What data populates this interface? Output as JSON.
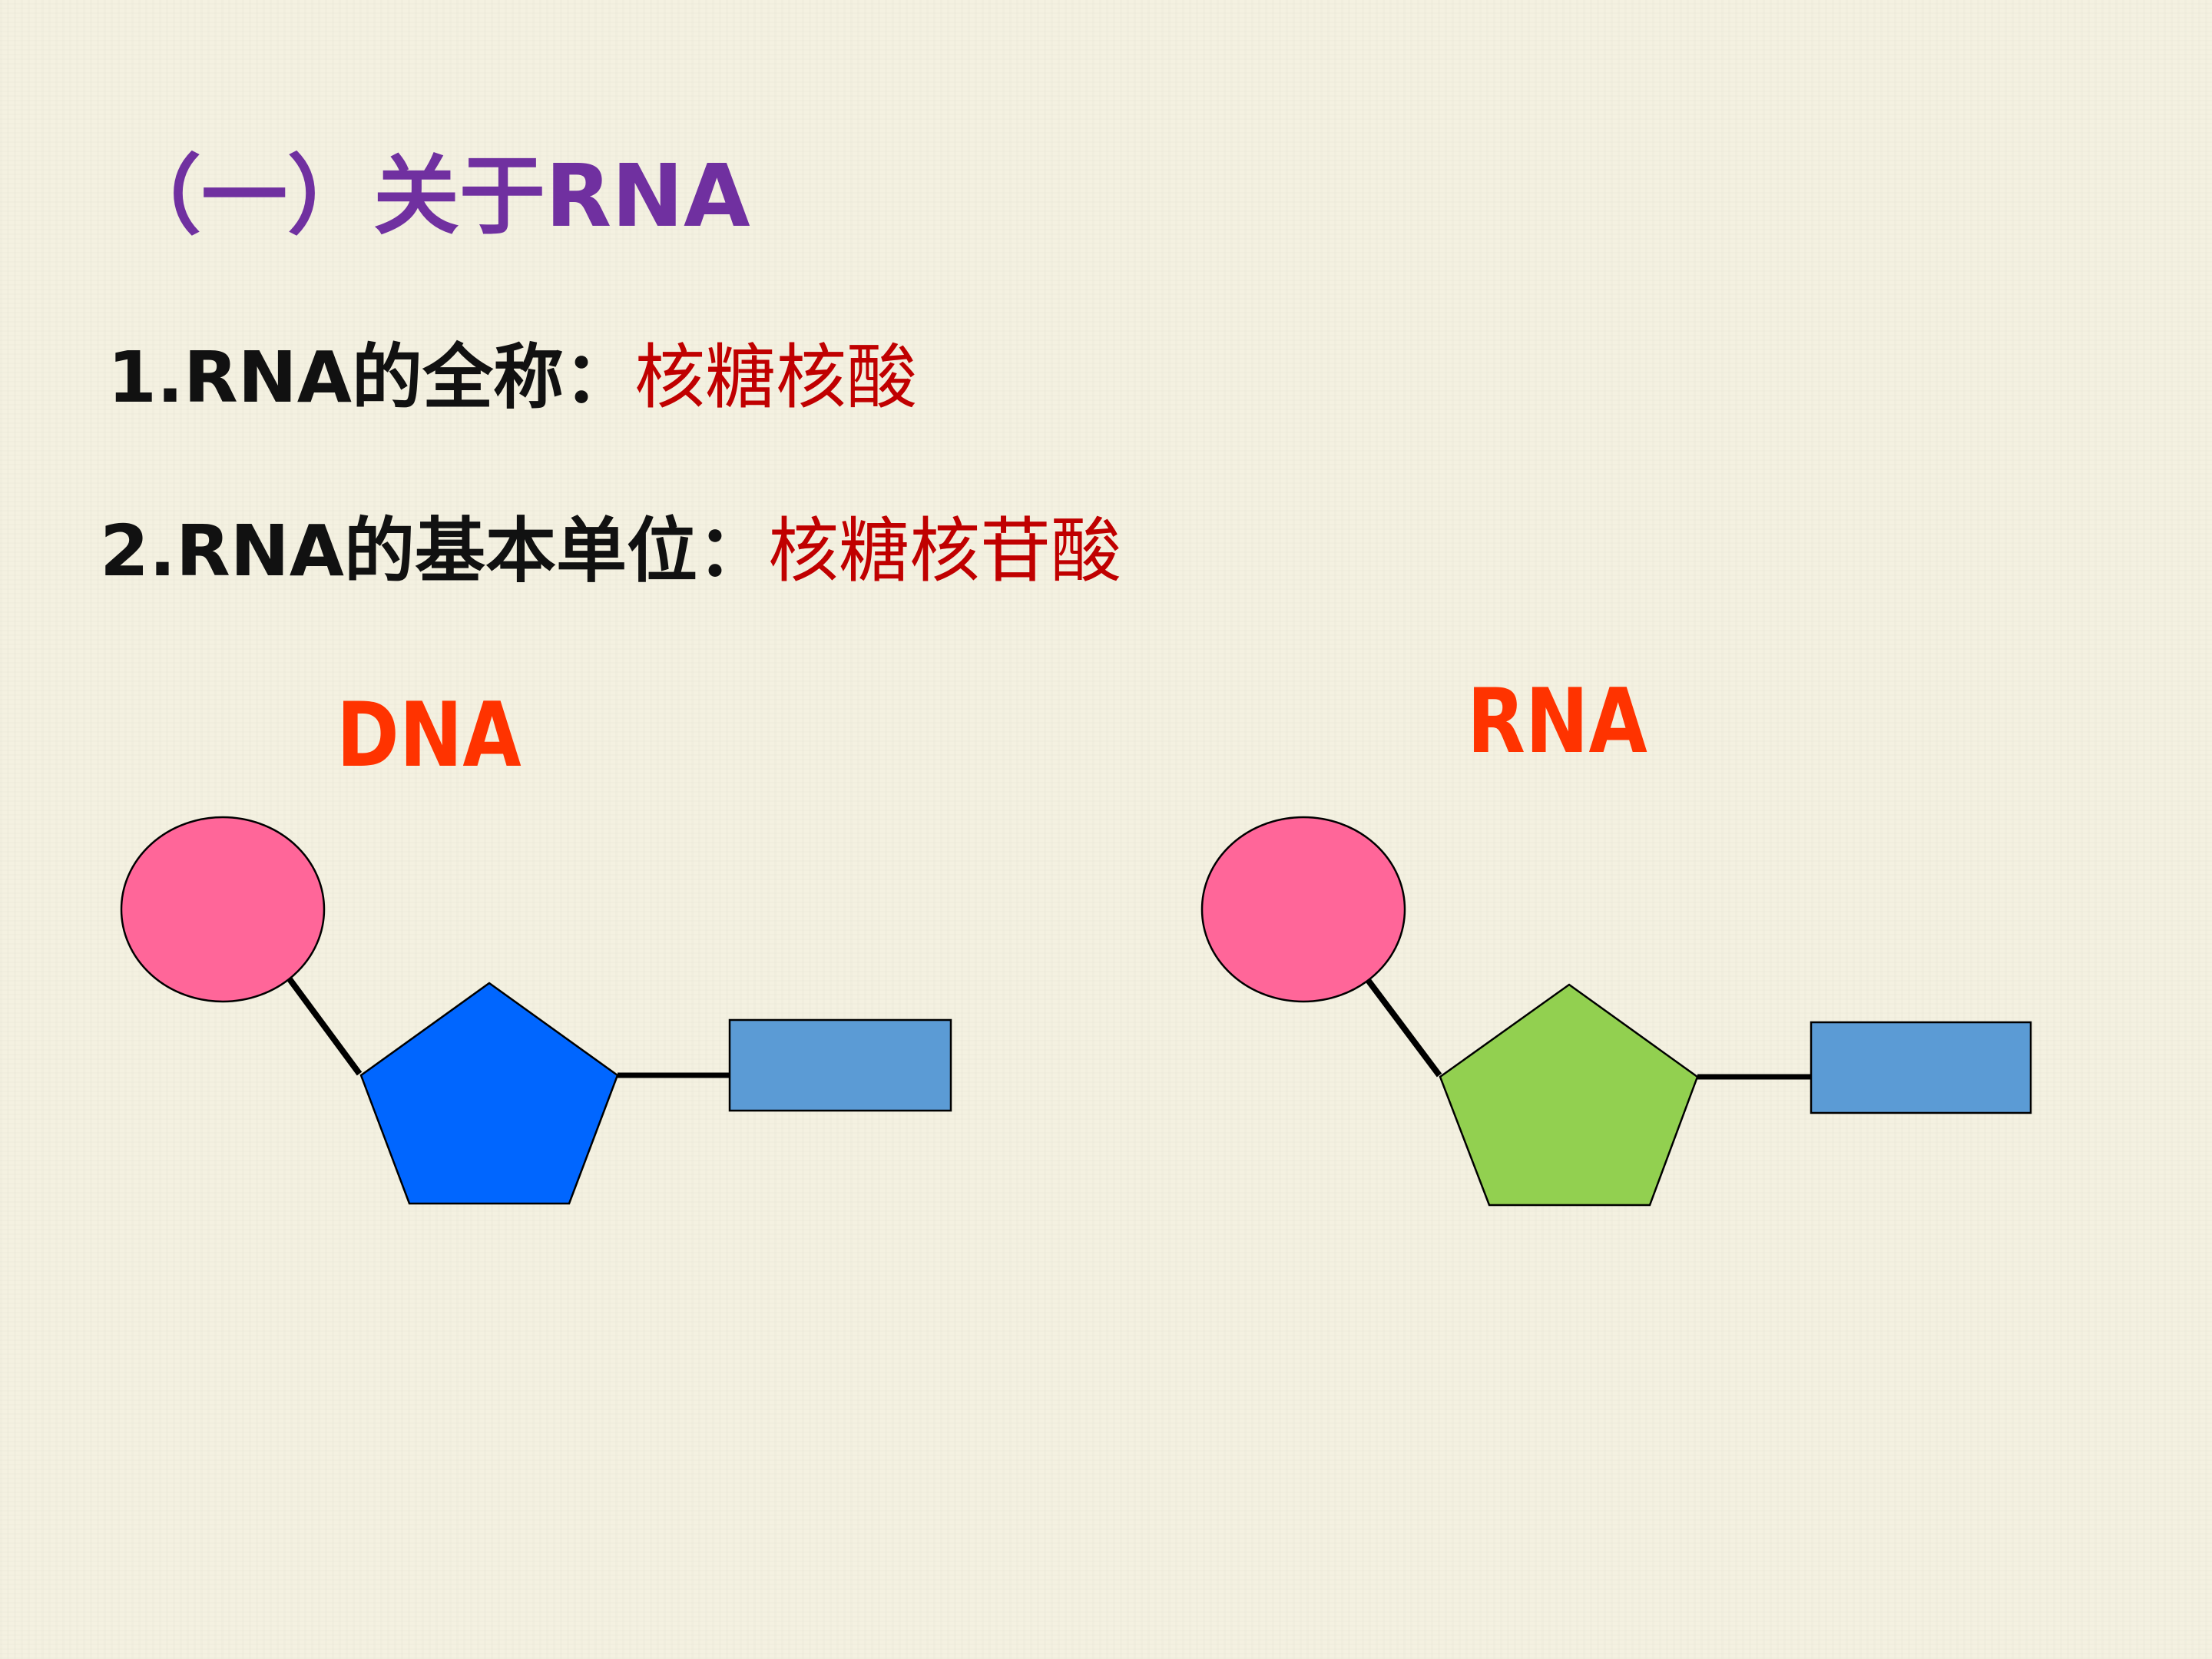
{
  "title": "（一）关于RNA",
  "item1": {
    "label": "1.RNA的全称：",
    "answer": "核糖核酸"
  },
  "item2": {
    "label": "2.RNA的基本单位：",
    "answer": "核糖核苷酸"
  },
  "diagrams": [
    {
      "label": "DNA",
      "phosphate_color": "#ff6699",
      "sugar_color": "#0066ff",
      "base_color": "#5b9bd5"
    },
    {
      "label": "RNA",
      "phosphate_color": "#ff6699",
      "sugar_color": "#92d050",
      "base_color": "#5b9bd5"
    }
  ]
}
